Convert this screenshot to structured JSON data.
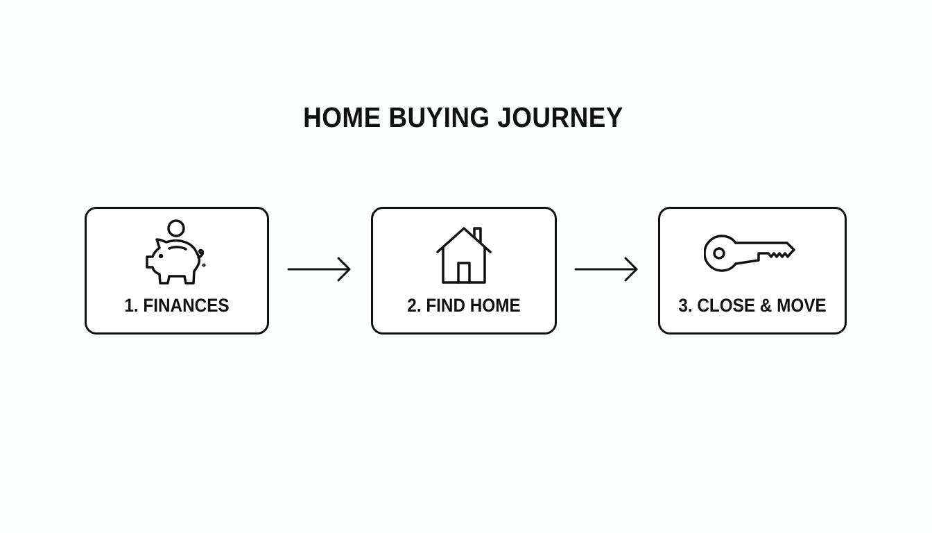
{
  "title": "HOME BUYING JOURNEY",
  "steps": [
    {
      "label": "1. FINANCES",
      "icon": "piggy-bank-icon"
    },
    {
      "label": "2. FIND HOME",
      "icon": "house-icon"
    },
    {
      "label": "3. CLOSE & MOVE",
      "icon": "key-icon"
    }
  ],
  "connectors": [
    "arrow-right-icon",
    "arrow-right-icon"
  ],
  "colors": {
    "stroke": "#111111",
    "background": "#fcfdfd"
  }
}
